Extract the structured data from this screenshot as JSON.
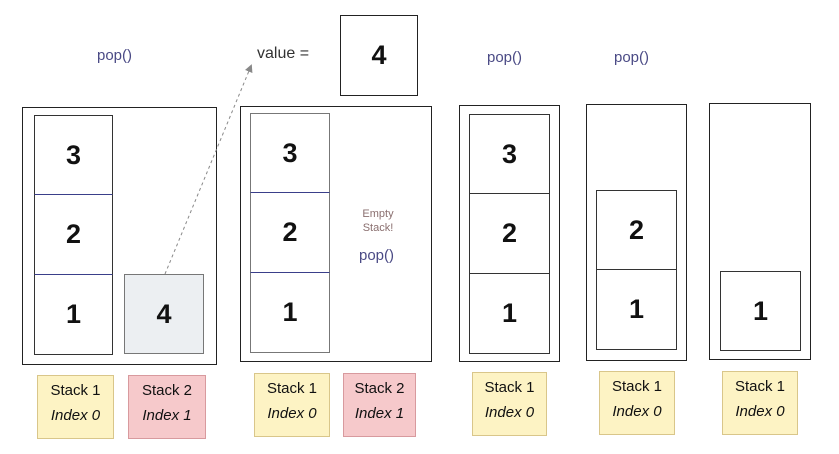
{
  "operations": {
    "pop1": "pop()",
    "pop2": "pop()",
    "pop3": "pop()",
    "pop4": "pop()"
  },
  "value": {
    "label": "value =",
    "number": "4"
  },
  "note": {
    "line1": "Empty",
    "line2": "Stack!"
  },
  "panel1": {
    "stack1": [
      "3",
      "2",
      "1"
    ],
    "stack2": [
      "4"
    ]
  },
  "panel2": {
    "stack1": [
      "3",
      "2",
      "1"
    ]
  },
  "panel3": {
    "stack1": [
      "3",
      "2",
      "1"
    ]
  },
  "panel4": {
    "stack1": [
      "2",
      "1"
    ]
  },
  "panel5": {
    "stack1": [
      "1"
    ]
  },
  "labels": [
    {
      "name": "Stack 1",
      "index": "Index 0",
      "color": "#fdf3c4"
    },
    {
      "name": "Stack 2",
      "index": "Index 1",
      "color": "#f6c9cb"
    },
    {
      "name": "Stack 1",
      "index": "Index 0",
      "color": "#fdf3c4"
    },
    {
      "name": "Stack 2",
      "index": "Index 1",
      "color": "#f6c9cb"
    },
    {
      "name": "Stack 1",
      "index": "Index 0",
      "color": "#fdf3c4"
    },
    {
      "name": "Stack 1",
      "index": "Index 0",
      "color": "#fdf3c4"
    },
    {
      "name": "Stack 1",
      "index": "Index 0",
      "color": "#fdf3c4"
    }
  ]
}
